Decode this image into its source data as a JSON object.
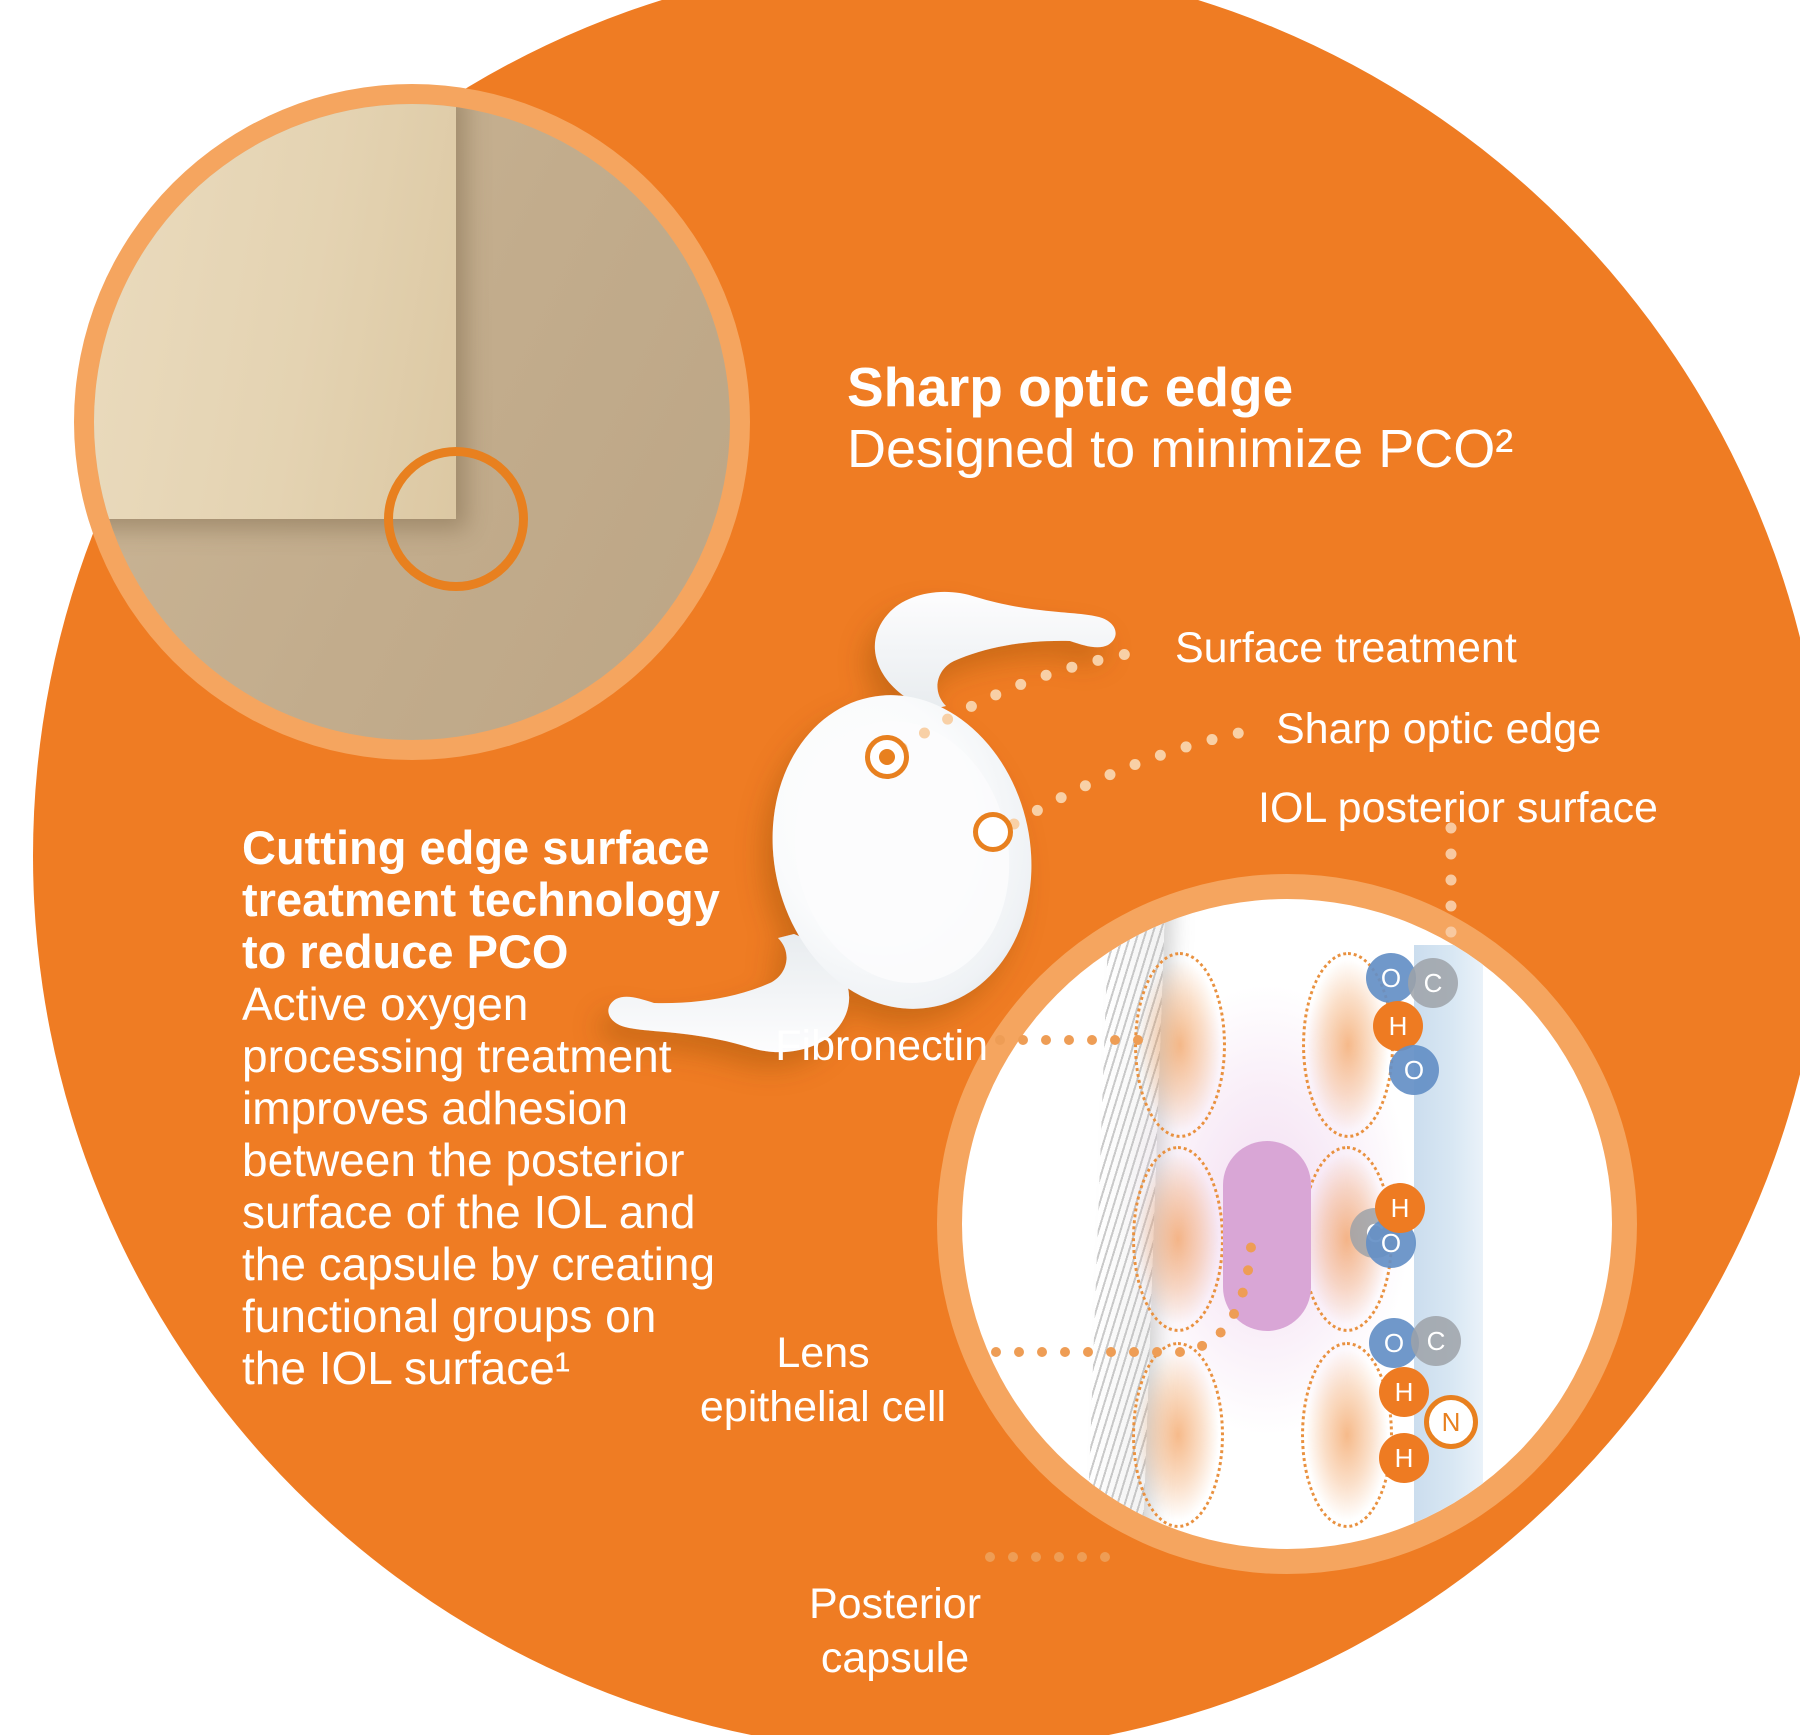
{
  "colors": {
    "brand_orange": "#EF7C23",
    "light_orange_ring": "#F5A55F",
    "annotation_orange": "#E8801F",
    "leader_dot_pale": "#F8D0A6",
    "leader_dot_orange": "#EE9D55",
    "molecule_blue": "#648FC5",
    "molecule_gray": "#9EA2A8",
    "molecule_orange": "#EE7B22",
    "cell_pink": "#D9A6D6",
    "iol_surface_band_blue": "#D8E7F3",
    "photo_beige_light": "#E7D7B8",
    "photo_beige_dark": "#C2AC8C"
  },
  "heading": {
    "title": "Sharp optic edge",
    "subtitle": "Designed to minimize PCO²"
  },
  "left_text": {
    "bold": "Cutting edge surface\ntreatment technology\nto reduce PCO",
    "body": "Active oxygen\nprocessing treatment\nimproves adhesion\nbetween the posterior\nsurface of the IOL and\nthe capsule by creating\nfunctional groups on\nthe IOL surface¹"
  },
  "callouts": {
    "surface_treatment": "Surface treatment",
    "sharp_optic_edge": "Sharp optic edge",
    "iol_posterior_surface": "IOL posterior surface"
  },
  "diagram": {
    "fibronectin": "Fibronectin",
    "lens_epithelial_cell": "Lens\nepithelial cell",
    "posterior_capsule": "Posterior\ncapsule",
    "molecules": [
      {
        "element": "oxygen",
        "letter": "O"
      },
      {
        "element": "carbon",
        "letter": "C"
      },
      {
        "element": "hydrogen",
        "letter": "H"
      },
      {
        "element": "oxygen",
        "letter": "O"
      },
      {
        "element": "carbon",
        "letter": "C"
      },
      {
        "element": "oxygen",
        "letter": "O"
      },
      {
        "element": "hydrogen",
        "letter": "H"
      },
      {
        "element": "oxygen",
        "letter": "O"
      },
      {
        "element": "carbon",
        "letter": "C"
      },
      {
        "element": "hydrogen",
        "letter": "H"
      },
      {
        "element": "hydrogen",
        "letter": "H"
      },
      {
        "element": "nitrogen",
        "letter": "N"
      }
    ]
  }
}
